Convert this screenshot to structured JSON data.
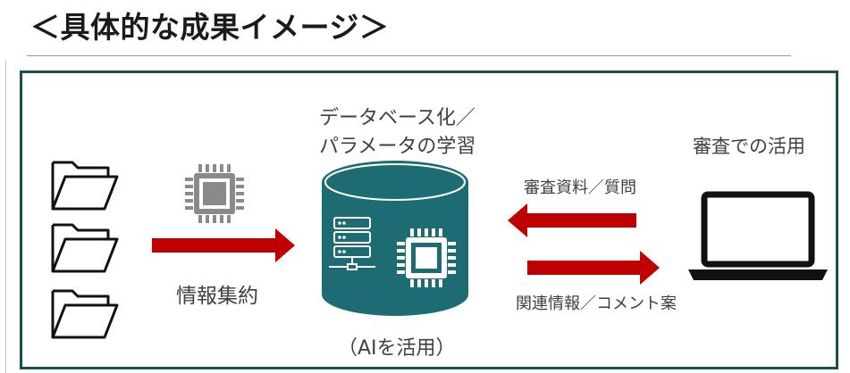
{
  "page_title": "＜具体的な成果イメージ＞",
  "diagram": {
    "db_caption_line1": "データベース化／",
    "db_caption_line2": "パラメータの学習",
    "ai_caption": "（AIを活用）",
    "aggregation_label": "情報集約",
    "review_usage_label": "審査での活用",
    "arrow_to_db_label": "審査資料／質問",
    "arrow_to_laptop_label": "関連情報／コメント案"
  },
  "icons": {
    "documents": [
      "folder-icon",
      "folder-icon",
      "folder-icon"
    ],
    "chip": "cpu-chip-icon",
    "database": "database-cylinder-icon",
    "server": "server-network-icon",
    "laptop": "laptop-icon"
  },
  "colors": {
    "frame": "#1c4f4f",
    "database": "#1d6b73",
    "arrow": "#c00000",
    "chip_gray": "#7f7f7f"
  }
}
